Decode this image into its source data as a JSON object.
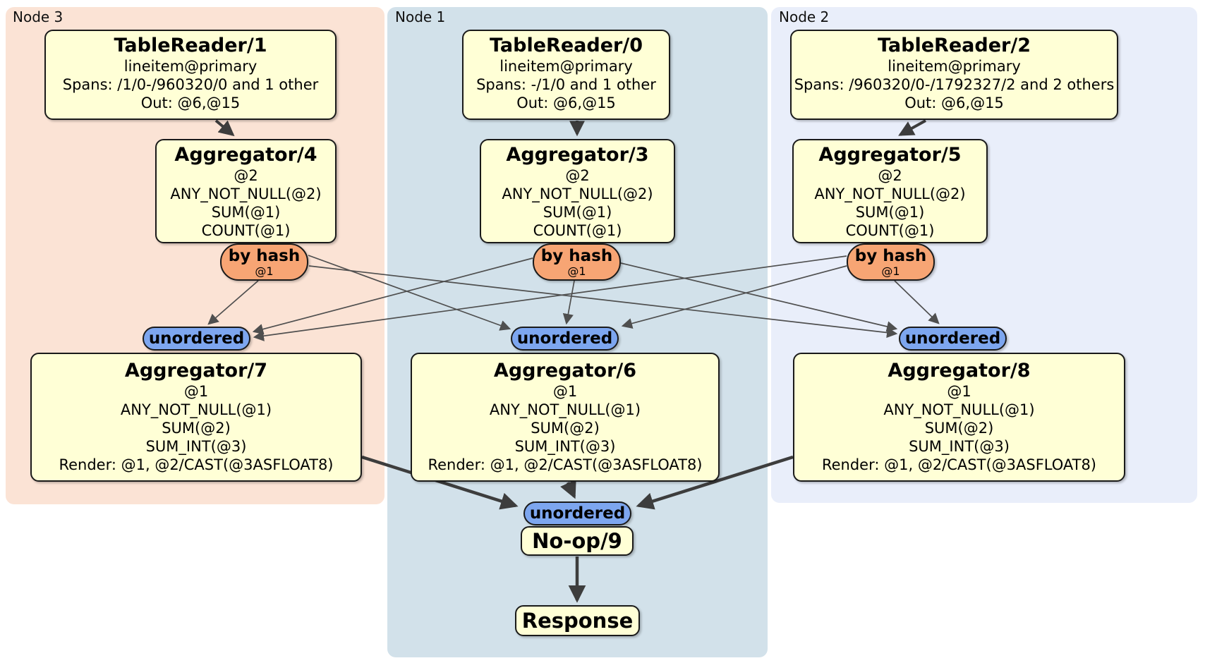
{
  "regions": [
    {
      "id": "node3",
      "label": "Node 3"
    },
    {
      "id": "node1",
      "label": "Node 1"
    },
    {
      "id": "node2",
      "label": "Node 2"
    }
  ],
  "processors": {
    "tr1": {
      "title": "TableReader/1",
      "lines": [
        "lineitem@primary",
        "Spans: /1/0-/960320/0 and 1 other",
        "Out: @6,@15"
      ]
    },
    "tr0": {
      "title": "TableReader/0",
      "lines": [
        "lineitem@primary",
        "Spans: -/1/0 and 1 other",
        "Out: @6,@15"
      ]
    },
    "tr2": {
      "title": "TableReader/2",
      "lines": [
        "lineitem@primary",
        "Spans: /960320/0-/1792327/2 and 2 others",
        "Out: @6,@15"
      ]
    },
    "agg4": {
      "title": "Aggregator/4",
      "lines": [
        "@2",
        "ANY_NOT_NULL(@2)",
        "SUM(@1)",
        "COUNT(@1)"
      ]
    },
    "agg3": {
      "title": "Aggregator/3",
      "lines": [
        "@2",
        "ANY_NOT_NULL(@2)",
        "SUM(@1)",
        "COUNT(@1)"
      ]
    },
    "agg5": {
      "title": "Aggregator/5",
      "lines": [
        "@2",
        "ANY_NOT_NULL(@2)",
        "SUM(@1)",
        "COUNT(@1)"
      ]
    },
    "agg7": {
      "title": "Aggregator/7",
      "lines": [
        "@1",
        "ANY_NOT_NULL(@1)",
        "SUM(@2)",
        "SUM_INT(@3)",
        "Render: @1, @2/CAST(@3ASFLOAT8)"
      ]
    },
    "agg6": {
      "title": "Aggregator/6",
      "lines": [
        "@1",
        "ANY_NOT_NULL(@1)",
        "SUM(@2)",
        "SUM_INT(@3)",
        "Render: @1, @2/CAST(@3ASFLOAT8)"
      ]
    },
    "agg8": {
      "title": "Aggregator/8",
      "lines": [
        "@1",
        "ANY_NOT_NULL(@1)",
        "SUM(@2)",
        "SUM_INT(@3)",
        "Render: @1, @2/CAST(@3ASFLOAT8)"
      ]
    },
    "noop": {
      "title": "No-op/9"
    },
    "response": {
      "title": "Response"
    }
  },
  "routers": {
    "hash3": {
      "label": "by hash",
      "detail": "@1"
    },
    "hash1": {
      "label": "by hash",
      "detail": "@1"
    },
    "hash2": {
      "label": "by hash",
      "detail": "@1"
    }
  },
  "streams": {
    "unordered3": {
      "label": "unordered"
    },
    "unordered1": {
      "label": "unordered"
    },
    "unordered2": {
      "label": "unordered"
    },
    "unordered_final": {
      "label": "unordered"
    }
  },
  "colors": {
    "node3_bg": "#fbe3d5",
    "node1_bg": "#d2e1ea",
    "node2_bg": "#e9eefa",
    "processor_fill": "#ffffd6",
    "hash_router_fill": "#f7a574",
    "stream_fill": "#7da6ef",
    "edge": "#3d3d3d"
  }
}
